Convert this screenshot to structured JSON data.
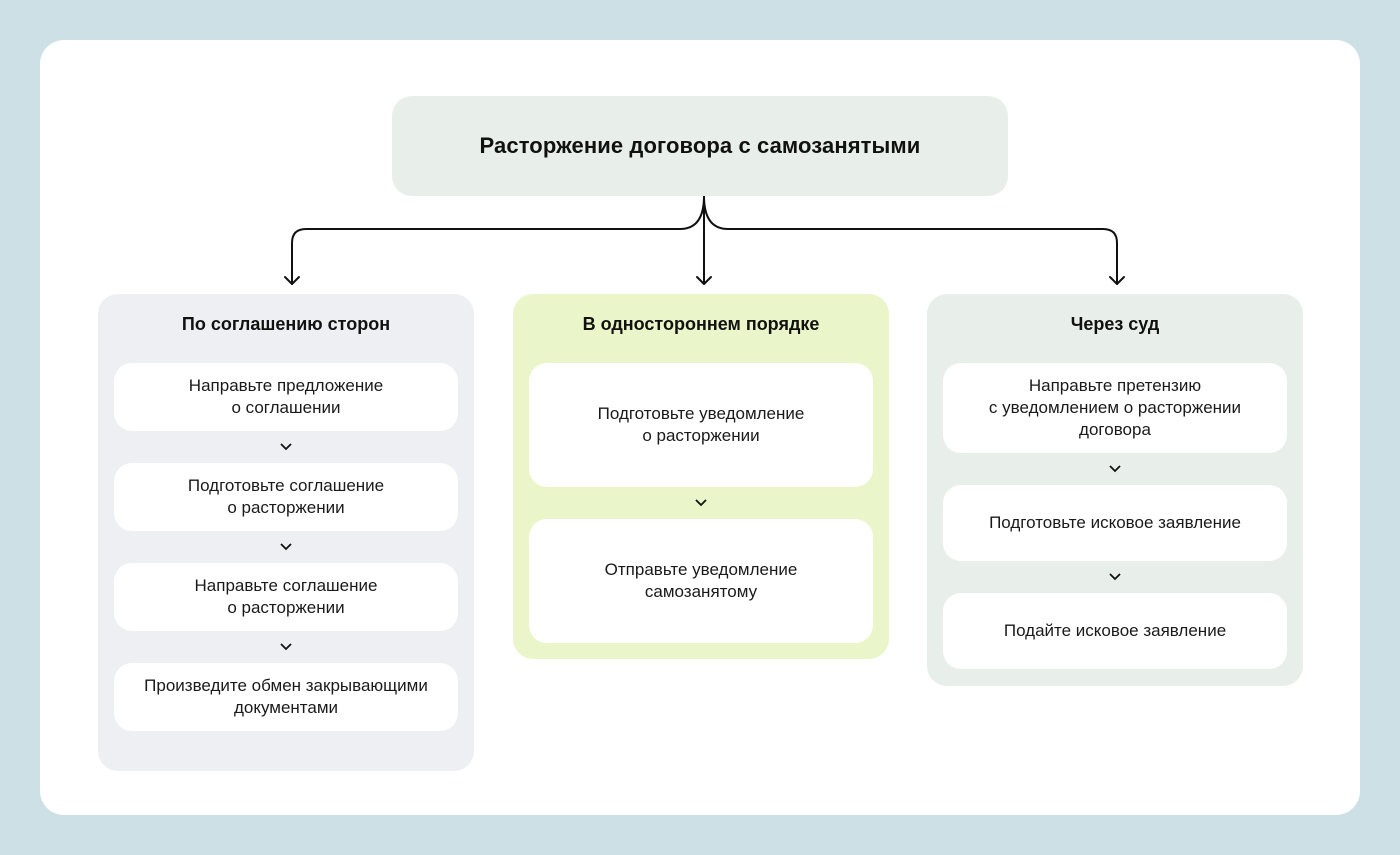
{
  "title": "Расторжение договора с самозанятыми",
  "columns": [
    {
      "title": "По соглашению сторон",
      "steps": [
        "Направьте предложение\nо соглашении",
        "Подготовьте соглашение\nо расторжении",
        "Направьте соглашение\nо расторжении",
        "Произведите обмен закрывающими\nдокументами"
      ]
    },
    {
      "title": "В одностороннем порядке",
      "steps": [
        "Подготовьте уведомление\nо расторжении",
        "Отправьте уведомление\nсамозанятому"
      ]
    },
    {
      "title": "Через суд",
      "steps": [
        "Направьте претензию\nс уведомлением о расторжении\nдоговора",
        "Подготовьте исковое заявление",
        "Подайте исковое заявление"
      ]
    }
  ],
  "colors": {
    "page_bg": "#cde0e6",
    "card_bg": "#ffffff",
    "root_bg": "#e8efea",
    "column_1_bg": "#eeeff3",
    "column_2_bg": "#eaf6c9",
    "column_3_bg": "#e8efea",
    "line": "#111111"
  }
}
